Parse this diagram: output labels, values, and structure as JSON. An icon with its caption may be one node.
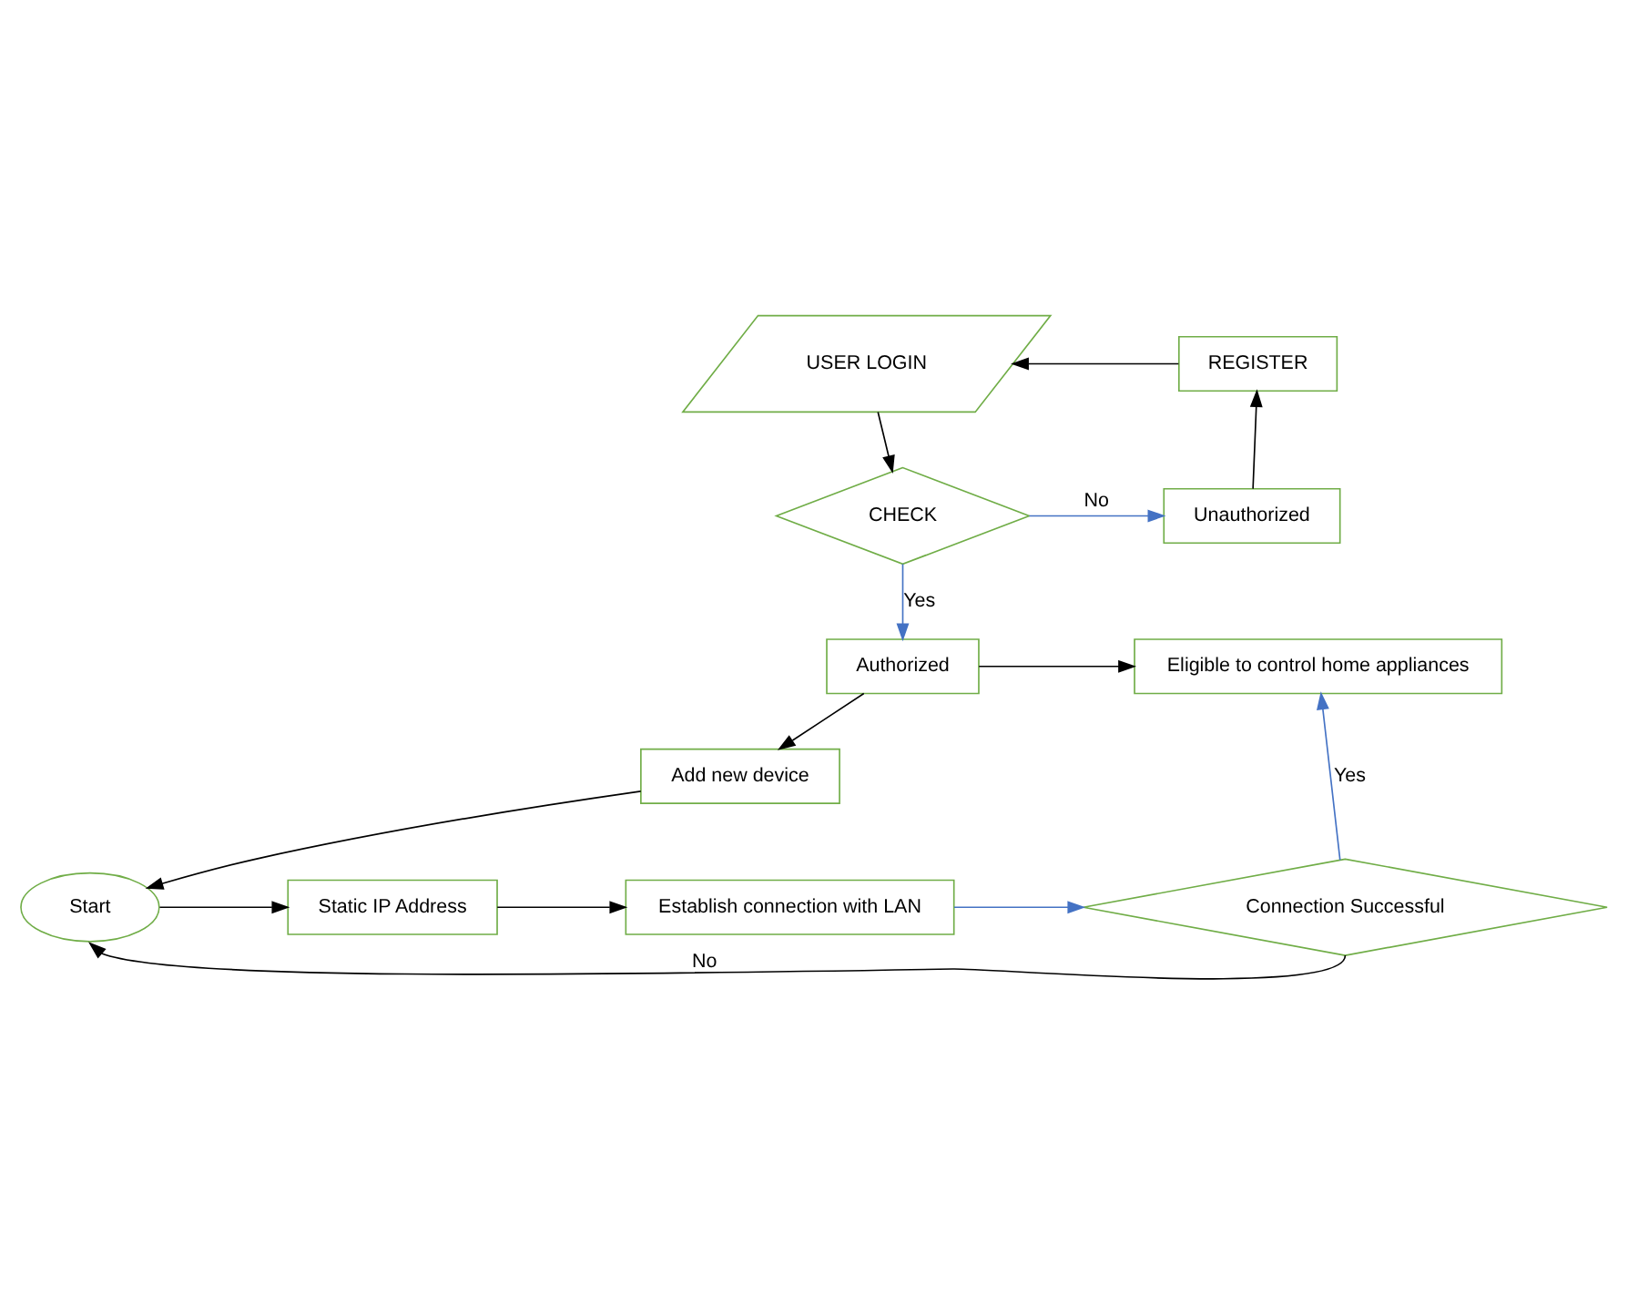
{
  "diagram": {
    "nodes": [
      {
        "text": [
          "USER LOGIN"
        ]
      },
      {
        "text": [
          "REGISTER"
        ]
      },
      {
        "text": [
          "CHECK"
        ]
      },
      {
        "text": [
          "Unauthorized"
        ]
      },
      {
        "text": [
          "Authorized"
        ]
      },
      {
        "text": [
          "Eligible to control home appliances"
        ]
      },
      {
        "text": [
          "Add new device"
        ]
      },
      {
        "text": [
          "Start"
        ]
      },
      {
        "text": [
          "Static IP Address"
        ]
      },
      {
        "text": [
          "Establish connection with LAN"
        ]
      },
      {
        "text": [
          "Connection Successful"
        ]
      }
    ],
    "edges": [
      {
        "from": 1,
        "to": 0,
        "arrow": "to"
      },
      {
        "from": 0,
        "to": 2,
        "arrow": "to"
      },
      {
        "from": 2,
        "to": 3,
        "arrow": "to",
        "label": "No",
        "color": "#4472c4"
      },
      {
        "from": 3,
        "to": 1,
        "arrow": "to"
      },
      {
        "from": 2,
        "to": 4,
        "arrow": "to",
        "label": "Yes",
        "color": "#4472c4"
      },
      {
        "from": 4,
        "to": 5,
        "arrow": "to"
      },
      {
        "from": 4,
        "to": 6,
        "arrow": "to"
      },
      {
        "from": 6,
        "to": 7,
        "arrow": "to"
      },
      {
        "from": 7,
        "to": 8,
        "arrow": "to"
      },
      {
        "from": 8,
        "to": 9,
        "arrow": "to"
      },
      {
        "from": 9,
        "to": 10,
        "arrow": "to",
        "color": "#4472c4"
      },
      {
        "from": 10,
        "to": 5,
        "arrow": "to",
        "label": "Yes",
        "color": "#4472c4"
      },
      {
        "from": 10,
        "to": 7,
        "arrow": "to",
        "label": "No"
      }
    ]
  }
}
